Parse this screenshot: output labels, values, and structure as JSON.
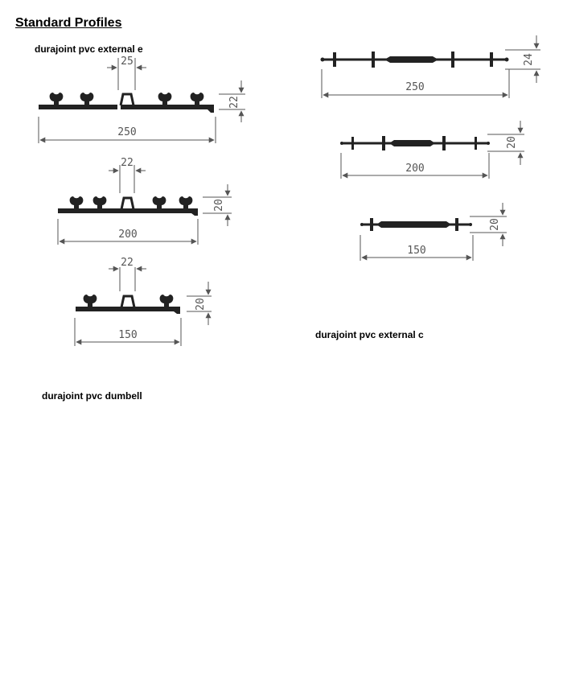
{
  "page_title": "Standard Profiles",
  "captions": {
    "external_e": "durajoint pvc external e",
    "external_c": "durajoint pvc external c",
    "dumbell": "durajoint pvc dumbell"
  },
  "profiles": {
    "e250": {
      "width": "250",
      "bulb": "25",
      "height": "22"
    },
    "e200": {
      "width": "200",
      "bulb": "22",
      "height": "20"
    },
    "e150": {
      "width": "150",
      "bulb": "22",
      "height": "20"
    },
    "c250": {
      "width": "250",
      "height": "24"
    },
    "c200": {
      "width": "200",
      "height": "20"
    },
    "c150": {
      "width": "150",
      "height": "20"
    }
  },
  "colors": {
    "profile": "#222222",
    "dimension": "#555555"
  }
}
